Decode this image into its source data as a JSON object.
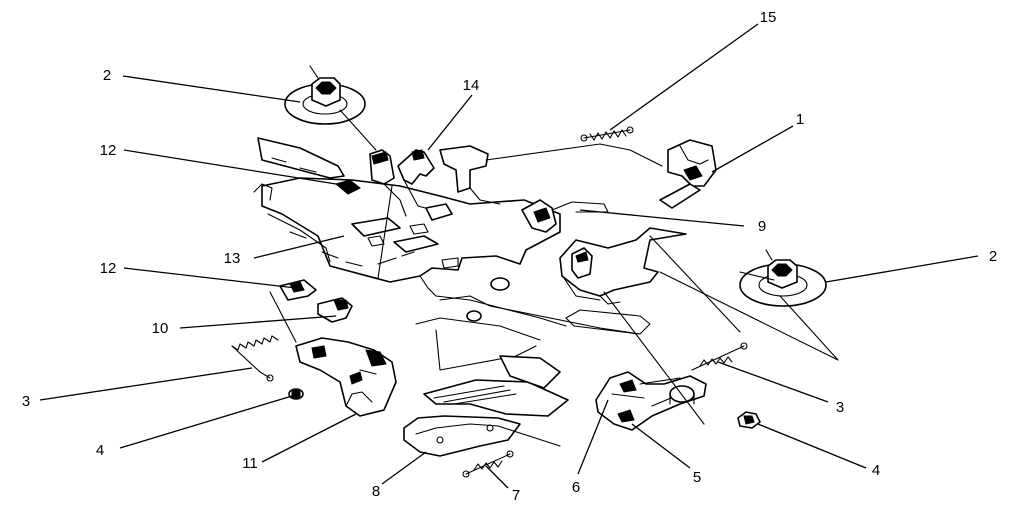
{
  "callouts": {
    "c1": "1",
    "c2a": "2",
    "c2b": "2",
    "c3a": "3",
    "c3b": "3",
    "c4a": "4",
    "c4b": "4",
    "c5": "5",
    "c6": "6",
    "c7": "7",
    "c8": "8",
    "c9": "9",
    "c10": "10",
    "c11": "11",
    "c12a": "12",
    "c12b": "12",
    "c13": "13",
    "c14": "14",
    "c15": "15"
  }
}
